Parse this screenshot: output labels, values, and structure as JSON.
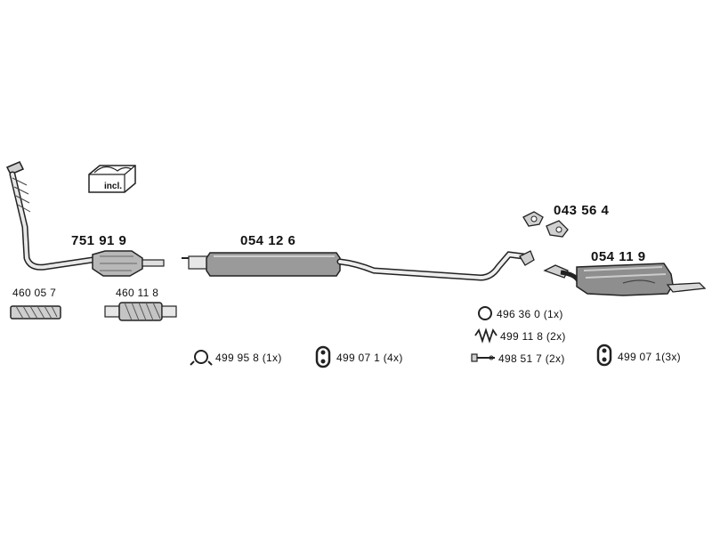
{
  "parts": {
    "downpipe": "751 91 9",
    "middle_silencer": "054 12 6",
    "rear_silencer": "054 11 9",
    "heat_shield": "043 56 4",
    "flex_pipe_1": "460 05 7",
    "flex_pipe_2": "460 11 8"
  },
  "kit": {
    "incl_label": "incl."
  },
  "accessories": {
    "a1": "496 36 0  (1x)",
    "a2": "499 11 8  (2x)",
    "a3": "498 51 7  (2x)",
    "a4": "499 07 1(3x)",
    "a5": "499 95 8  (1x)",
    "a6": "499 07 1  (4x)"
  },
  "colors": {
    "line": "#222222",
    "fill_light": "#d8d8d8",
    "fill_dark": "#8a8a8a"
  }
}
